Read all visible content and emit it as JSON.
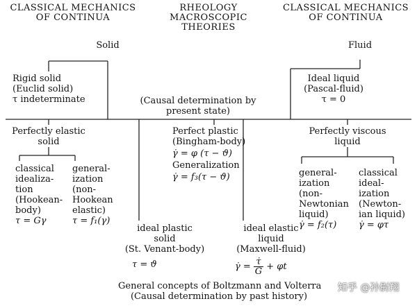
{
  "headers": {
    "left": [
      "CLASSICAL MECHANICS",
      "OF CONTINUA"
    ],
    "center": [
      "RHEOLOGY",
      "MACROSCOPIC",
      "THEORIES"
    ],
    "right": [
      "CLASSICAL MECHANICS",
      "OF CONTINUA"
    ]
  },
  "branches": {
    "solid": "Solid",
    "fluid": "Fluid"
  },
  "rigid_solid": [
    "Rigid solid",
    "(Euclid solid)",
    "τ indeterminate"
  ],
  "ideal_liquid": [
    "Ideal liquid",
    "(Pascal-fluid)",
    "τ = 0"
  ],
  "causal_present": [
    "(Causal determination by",
    "present state)"
  ],
  "perfectly_elastic": [
    "Perfectly elastic",
    "solid"
  ],
  "hookean_classical": [
    "classical",
    "idealiza-",
    "tion",
    "(Hookean-",
    "body)"
  ],
  "hookean_formula": "τ = Gγ",
  "hookean_general": [
    "general-",
    "ization",
    "(non-",
    "Hookean",
    "elastic)"
  ],
  "hookean_general_formula": "τ = f₁(γ)",
  "perfect_plastic": [
    "Perfect plastic",
    "(Bingham-body)"
  ],
  "bingham_formula": "γ̇ = φ (τ − ϑ)",
  "plastic_generalization": "Generalization",
  "plastic_general_formula": "γ̇ = f₃(τ − ϑ)",
  "perfectly_viscous": [
    "Perfectly viscous",
    "liquid"
  ],
  "newton_general": [
    "general-",
    "ization",
    "(non-",
    "Newtonian",
    "liquid)"
  ],
  "newton_general_formula": "γ̇ = f₂(τ)",
  "newton_classical": [
    "classical",
    "ideal-",
    "ization",
    "(Newton-",
    "ian liquid)"
  ],
  "newton_formula": "γ̇ = φτ",
  "ideal_plastic": [
    "ideal plastic",
    "solid",
    "(St. Venant-body)"
  ],
  "venant_formula": "τ = ϑ",
  "ideal_elastic_liquid": [
    "ideal elastic",
    "liquid",
    "(Maxwell-fluid)"
  ],
  "maxwell_formula": {
    "lhs": "γ̇ =",
    "num": "τ̇",
    "den": "G",
    "rhs": "+ φt"
  },
  "bottom": [
    "General concepts of Boltzmann and Volterra",
    "(Causal determination by past history)"
  ],
  "watermark": "知乎 @孙尉翔"
}
